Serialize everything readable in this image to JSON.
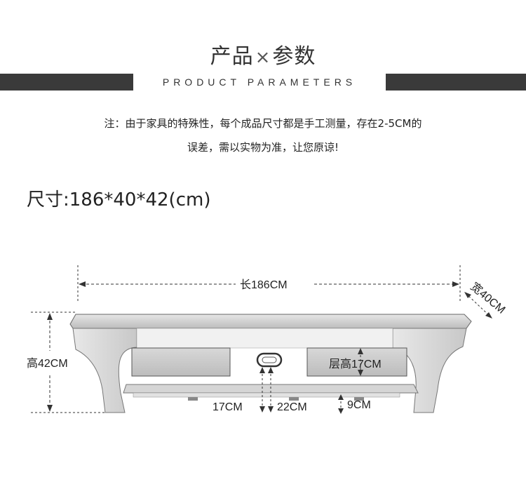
{
  "header": {
    "title_cn_left": "产品",
    "title_sep": "×",
    "title_cn_right": "参数",
    "title_en": "PRODUCT PARAMETERS"
  },
  "note": {
    "line1": "注：由于家具的特殊性，每个成品尺寸都是手工测量，存在2-5CM的",
    "line2": "误差，需以实物为准，让您原谅!"
  },
  "size_label": "尺寸:186*40*42(cm)",
  "dimensions": {
    "length": "长186CM",
    "width": "宽40CM",
    "height": "高42CM",
    "layer_height": "层高17CM",
    "clearance_a": "17CM",
    "clearance_b": "22CM",
    "leg_gap": "9CM"
  }
}
